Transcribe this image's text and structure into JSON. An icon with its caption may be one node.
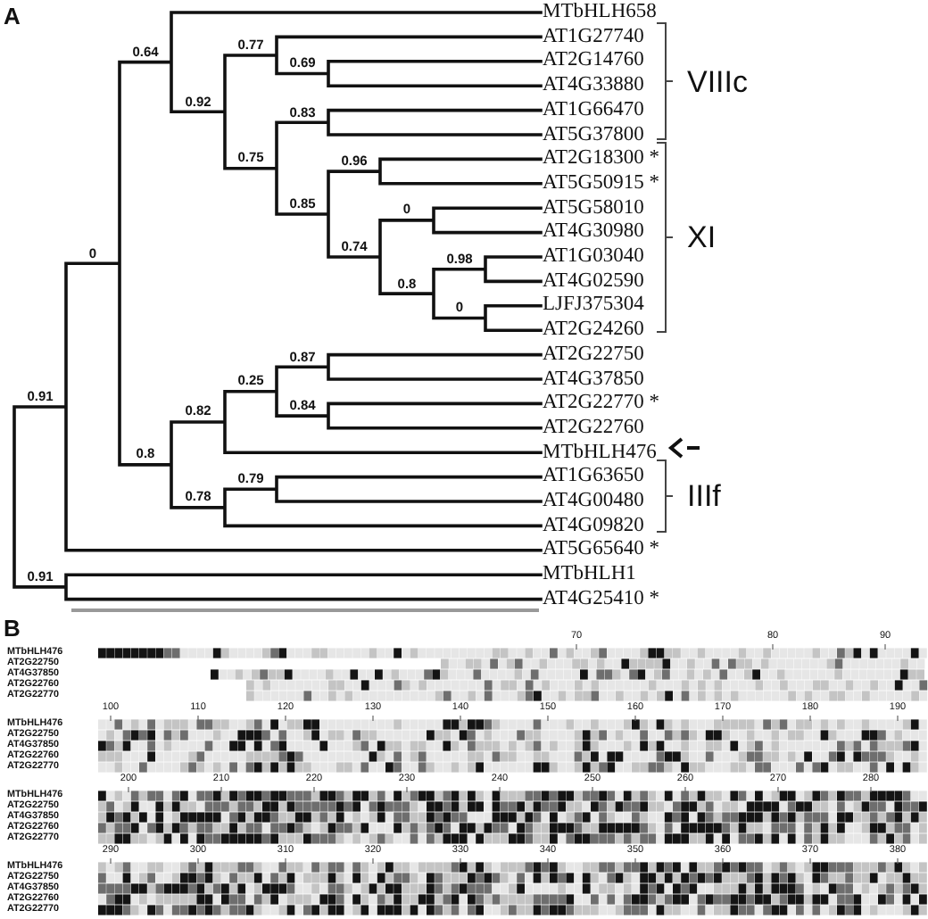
{
  "diagram": {
    "labels": [
      "A",
      "MTbHLH658",
      "AT1G27740",
      "AT2G14760",
      "AT4G33880",
      "AT1G66470",
      "AT5G37800",
      "AT2G18300 *",
      "AT5G50915 *",
      "AT5G58010",
      "AT4G30980",
      "AT1G03040",
      "AT4G02590",
      "LJFJ375304",
      "AT2G24260",
      "AT2G22750",
      "AT4G37850",
      "AT2G22770 *",
      "AT2G22760",
      "MTbHLH476",
      "AT1G63650",
      "AT4G00480",
      "AT4G09820",
      "AT5G65640 *",
      "MTbHLH1",
      "AT4G25410 *",
      "VIIIc",
      "XI",
      "IIIf",
      "0.91",
      "0.91",
      "0",
      "0.64",
      "0.8",
      "0.92",
      "0.77",
      "0.75",
      "0.69",
      "0.83",
      "0.85",
      "0.96",
      "0.74",
      "0",
      "0.8",
      "0.98",
      "0",
      "0.82",
      "0.78",
      "0.25",
      "0.87",
      "0.84",
      "0.79",
      "B",
      "70",
      "80",
      "90",
      "MTbHLH476",
      "AT2G22750",
      "AT4G37850",
      "AT2G22760",
      "AT2G22770",
      "100",
      "110",
      "120",
      "130",
      "140",
      "150",
      "160",
      "170",
      "180",
      "190",
      "MTbHLH476",
      "AT2G22750",
      "AT4G37850",
      "AT2G22760",
      "AT2G22770",
      "200",
      "210",
      "220",
      "230",
      "240",
      "250",
      "260",
      "270",
      "280",
      "MTbHLH476",
      "AT2G22750",
      "AT4G37850",
      "AT2G22760",
      "AT2G22770",
      "290",
      "300",
      "310",
      "320",
      "330",
      "340",
      "350",
      "360",
      "370",
      "380",
      "MTbHLH476",
      "AT2G22750",
      "AT4G37850",
      "AT2G22760",
      "AT2G22770"
    ]
  }
}
